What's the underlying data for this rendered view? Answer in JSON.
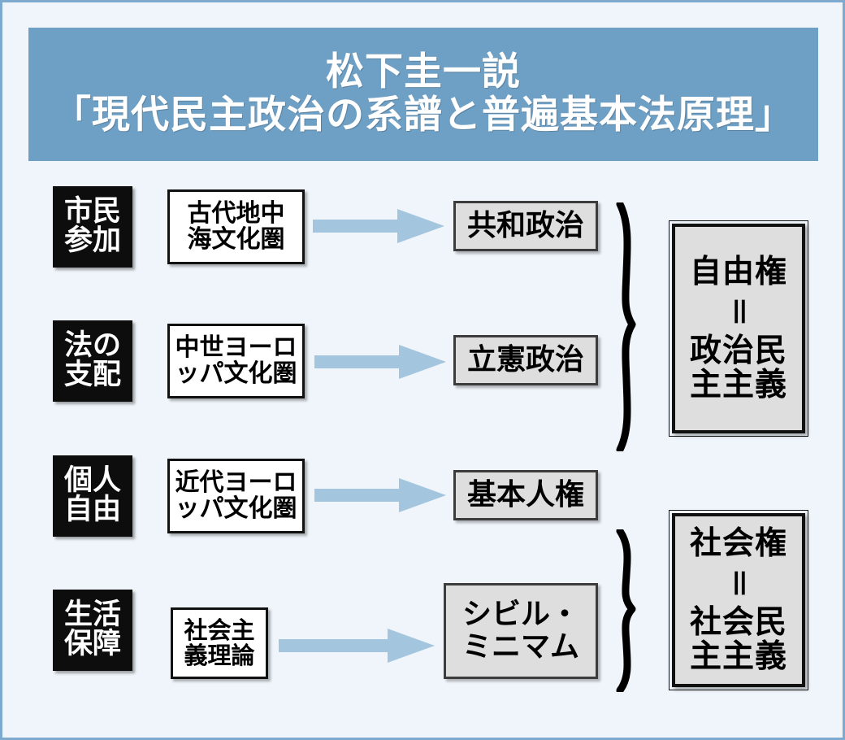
{
  "frame": {
    "background_color": "#eff5fa",
    "border_color": "#7eaad0"
  },
  "header": {
    "band_color": "#6e9fc4",
    "text_color": "#ffffff",
    "title_line1": "松下圭一説",
    "title_line2": "「現代民主政治の系譜と普遍基本法原理」"
  },
  "colors": {
    "chip_bg": "#0d0d0d",
    "chip_text": "#ffffff",
    "source_bg": "#ffffff",
    "result_bg": "#dedede",
    "arrow_fill": "#a3c5de",
    "brace_color": "#000000"
  },
  "rows": [
    {
      "principle_line1": "市民",
      "principle_line2": "参加",
      "source_line1": "古代地中",
      "source_line2": "海文化圏",
      "arrow": "block-arrow-right",
      "result_line1": "共和政治",
      "result_line2": ""
    },
    {
      "principle_line1": "法の",
      "principle_line2": "支配",
      "source_line1": "中世ヨーロ",
      "source_line2": "ッパ文化圏",
      "arrow": "block-arrow-right",
      "result_line1": "立憲政治",
      "result_line2": ""
    },
    {
      "principle_line1": "個人",
      "principle_line2": "自由",
      "source_line1": "近代ヨーロ",
      "source_line2": "ッパ文化圏",
      "arrow": "block-arrow-right",
      "result_line1": "基本人権",
      "result_line2": ""
    },
    {
      "principle_line1": "生活",
      "principle_line2": "保障",
      "source_line1": "社会主",
      "source_line2": "義理論",
      "arrow": "block-arrow-right",
      "result_line1": "シビル・",
      "result_line2": "ミニマム"
    }
  ],
  "braces": [
    {
      "name": "brace-upper",
      "glyph": "}",
      "spans_rows": "1-3"
    },
    {
      "name": "brace-lower",
      "glyph": "}",
      "spans_rows": "3-4"
    }
  ],
  "outcomes": [
    {
      "top_line": "自由権",
      "equals": "＝",
      "bottom_line1": "政治民",
      "bottom_line2": "主主義"
    },
    {
      "top_line": "社会権",
      "equals": "＝",
      "bottom_line1": "社会民",
      "bottom_line2": "主主義"
    }
  ]
}
